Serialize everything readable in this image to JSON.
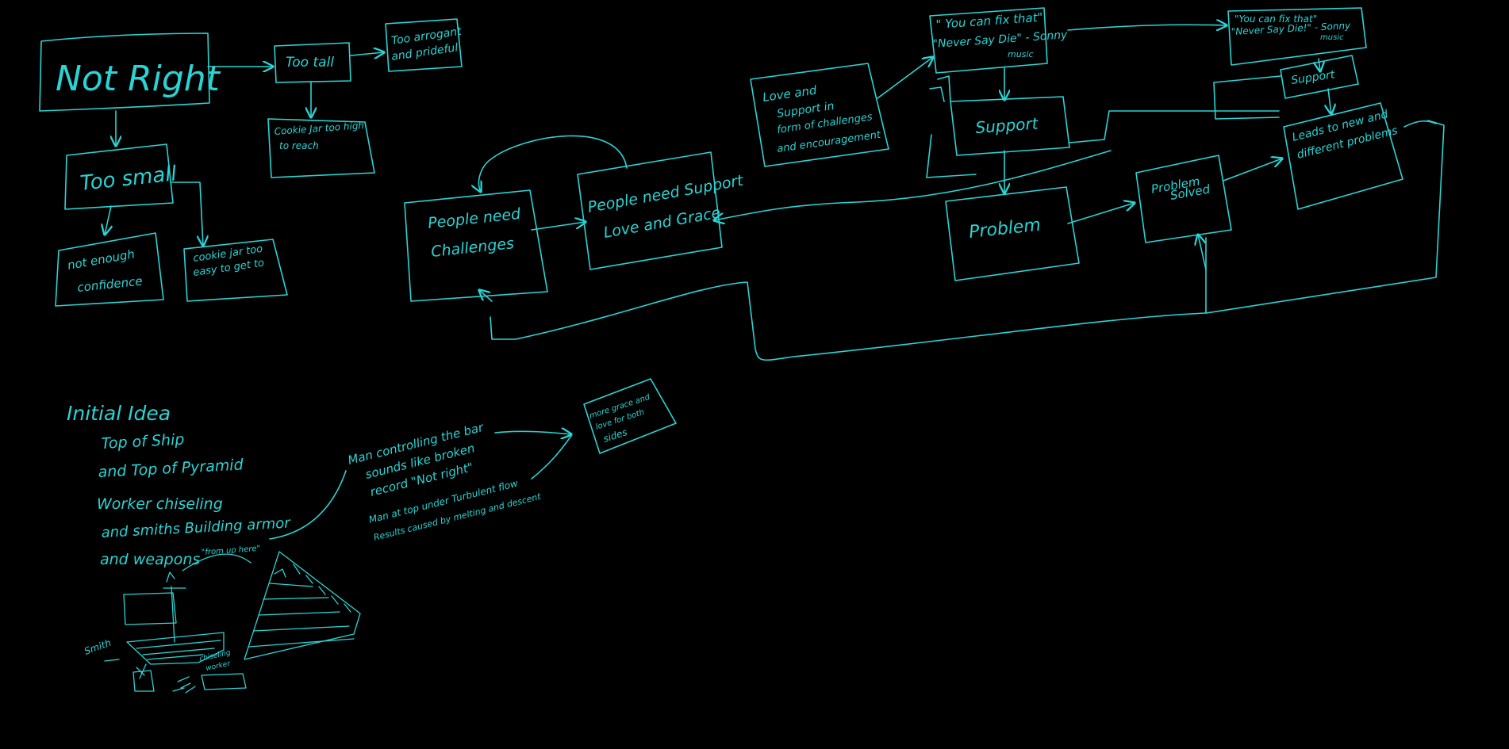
{
  "boxes": {
    "not_right": "Not Right",
    "too_tall": "Too tall",
    "too_arrogant": [
      "Too arrogant",
      "and prideful"
    ],
    "too_small": "Too small",
    "cookie_too_high": [
      "Cookie Jar too high",
      "to reach"
    ],
    "not_enough_confidence": [
      "not enough",
      "confidence"
    ],
    "cookie_too_easy": [
      "cookie jar too",
      "easy to get to"
    ],
    "people_need_challenges": [
      "People need",
      "Challenges"
    ],
    "people_need_support": [
      "People need Support",
      "Love and Grace"
    ],
    "love_support": [
      "Love and",
      "Support in",
      "form of challenges",
      "and encouragement"
    ],
    "you_can_fix_left": [
      "\" You can fix that\"",
      "\"Never Say Die\" - Sonny",
      "music"
    ],
    "support_mid": "Support",
    "problem": "Problem",
    "problem_solved": [
      "Problem",
      "Solved"
    ],
    "you_can_fix_right": [
      "\"You can fix that\"",
      "\"Never Say Die!\" - Sonny",
      "music"
    ],
    "support_right": "Support",
    "leads_to_new": [
      "Leads to new and",
      "different problems"
    ]
  },
  "notes": {
    "initial_idea": "Initial Idea",
    "idea_lines": [
      "Top of Ship",
      "and Top of Pyramid",
      "Worker chiseling",
      "and smiths Building armor",
      "and weapons"
    ],
    "from_up_here": "\"from up here\"",
    "man_controlling": [
      "Man controlling the bar",
      "sounds like broken",
      "record \"Not right\""
    ],
    "man_at_top": [
      "Man at top under Turbulent flow",
      "Results caused by melting and descent"
    ],
    "more_grace": [
      "more grace and",
      "love for both",
      "sides"
    ],
    "smith": "Smith",
    "chiseling_worker": [
      "chiseling",
      "worker"
    ]
  }
}
